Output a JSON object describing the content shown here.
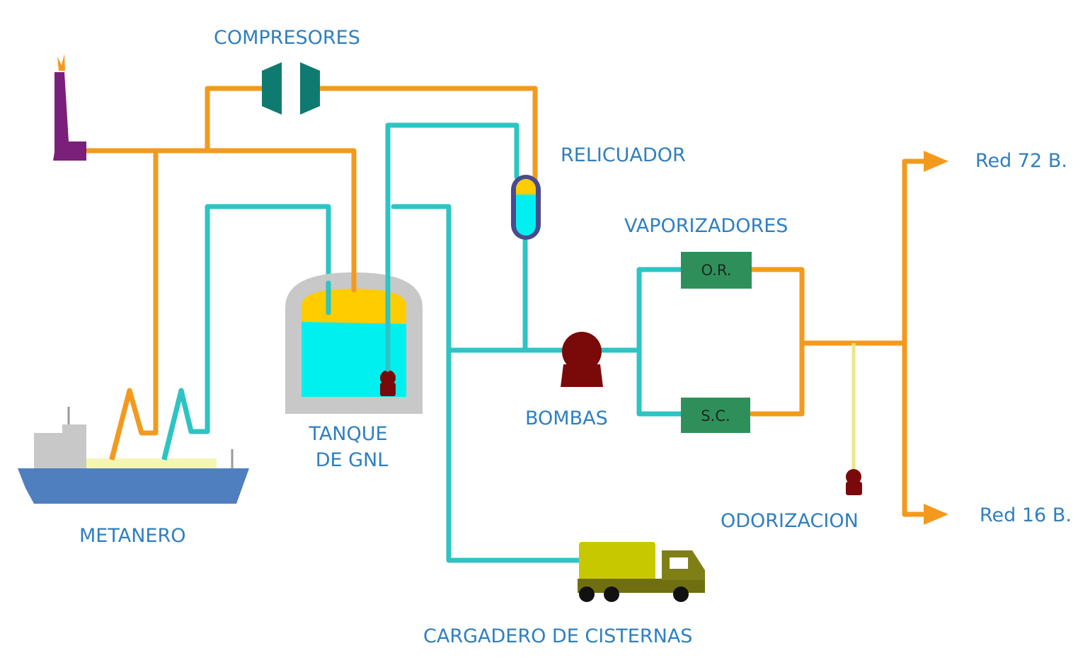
{
  "labels": {
    "compresores": "COMPRESORES",
    "relicuador": "RELICUADOR",
    "vaporizadores": "VAPORIZADORES",
    "or": "O.R.",
    "sc": "S.C.",
    "bombas": "BOMBAS",
    "tanque_line1": "TANQUE",
    "tanque_line2": "DE GNL",
    "metanero": "METANERO",
    "odorizacion": "ODORIZACION",
    "cargadero": "CARGADERO DE CISTERNAS",
    "red72": "Red 72 B.",
    "red16": "Red 16 B."
  },
  "colors": {
    "gas_pipe": "#f39a1e",
    "lng_pipe": "#2ec4c4",
    "odorant_pipe": "#e8e88a",
    "flare": "#7a1f7a",
    "compressor": "#0f7a70",
    "pump": "#7a0a0a",
    "vaporizer": "#2f8f5a",
    "tank_shell": "#c8c8c8",
    "lng_liquid": "#00f0f0",
    "gas_phase": "#ffcc00",
    "ship_hull": "#4f7fbf",
    "truck": "#c8c800",
    "label_text": "#2f7fbf"
  },
  "icons": [
    "flare-stack-icon",
    "compressor-icon",
    "reliquefier-icon",
    "pump-icon",
    "vaporizer-icon",
    "lng-tank-icon",
    "ship-icon",
    "truck-icon",
    "arrow-icon"
  ]
}
